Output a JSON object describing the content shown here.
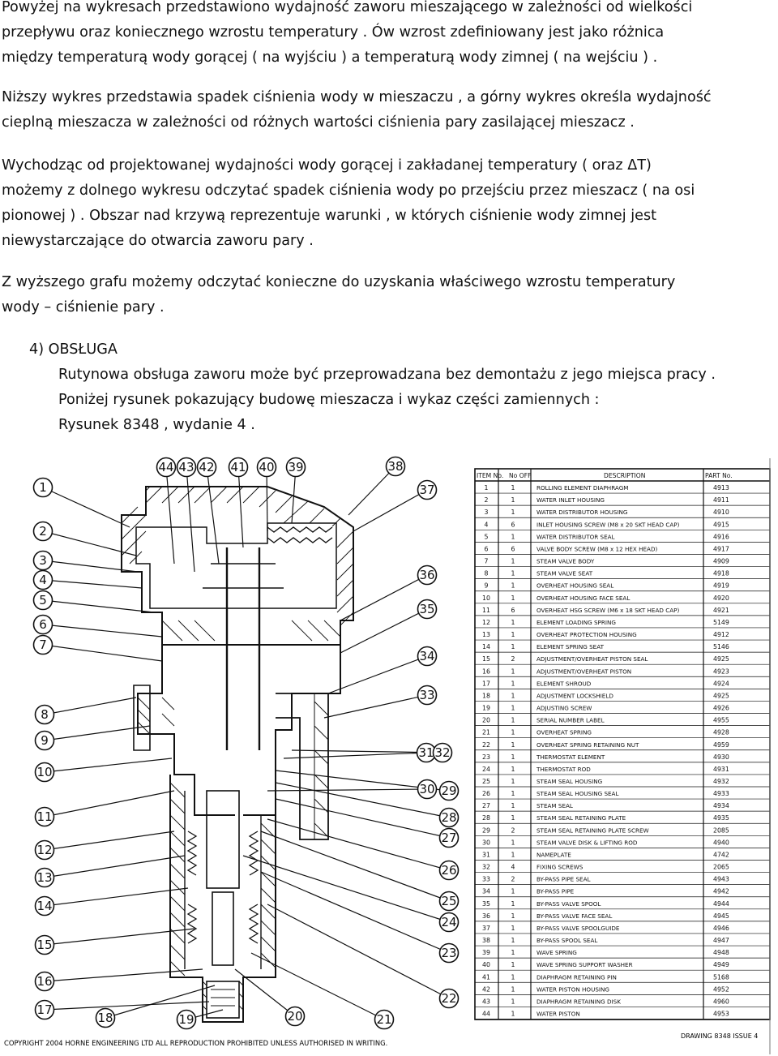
{
  "text": {
    "p1": [
      "Powyżej na wykresach  przedstawiono  wydajność  zaworu mieszającego w zależności  od  wielkości",
      "przepływu oraz  koniecznego  wzrostu temperatury . Ów wzrost  zdefiniowany  jest  jako różnica",
      "między temperaturą wody gorącej ( na wyjściu ) a temperaturą  wody zimnej ( na wejściu ) ."
    ],
    "p2": [
      "Niższy wykres przedstawia spadek ciśnienia wody w mieszaczu , a górny wykres określa wydajność",
      "cieplną  mieszacza w zależności od  różnych wartości  ciśnienia  pary  zasilającej mieszacz ."
    ],
    "p3": [
      "Wychodząc  od  projektowanej wydajności  wody gorącej   i  zakładanej  temperatury ( oraz ΔT)",
      "możemy z dolnego wykresu odczytać  spadek ciśnienia wody  po przejściu przez mieszacz ( na osi",
      "pionowej ) . Obszar  nad  krzywą reprezentuje warunki , w których  ciśnienie wody zimnej jest",
      "niewystarczające do otwarcia zaworu  pary ."
    ],
    "p4": [
      "Z wyższego grafu  możemy odczytać konieczne  do  uzyskania  właściwego  wzrostu temperatury",
      "wody – ciśnienie pary ."
    ],
    "section": {
      "heading": "4)  OBSŁUGA",
      "lines": [
        "Rutynowa obsługa zaworu może być  przeprowadzana bez demontażu  z  jego miejsca  pracy .",
        "Poniżej rysunek pokazujący budowę  mieszacza i wykaz części zamiennych :",
        "Rysunek 8348 , wydanie 4 ."
      ]
    }
  },
  "drawing": {
    "bubbles": [
      "1",
      "2",
      "3",
      "4",
      "5",
      "6",
      "7",
      "8",
      "9",
      "10",
      "11",
      "12",
      "13",
      "14",
      "15",
      "16",
      "17",
      "18",
      "19",
      "20",
      "21",
      "22",
      "23",
      "24",
      "25",
      "26",
      "27",
      "28",
      "29",
      "30",
      "31",
      "32",
      "33",
      "34",
      "35",
      "36",
      "37",
      "38",
      "39",
      "40",
      "41",
      "42",
      "43",
      "44"
    ],
    "copyright": "COPYRIGHT 2004  HORNE ENGINEERING LTD  ALL REPRODUCTION PROHIBITED UNLESS AUTHORISED IN WRITING.",
    "drawing_ref": "DRAWING 8348 ISSUE 4"
  },
  "parts_table": {
    "headers": [
      "ITEM No.",
      "No OFF",
      "DESCRIPTION",
      "PART No."
    ],
    "rows": [
      [
        "1",
        "1",
        "ROLLING ELEMENT DIAPHRAGM",
        "4913"
      ],
      [
        "2",
        "1",
        "WATER INLET HOUSING",
        "4911"
      ],
      [
        "3",
        "1",
        "WATER DISTRIBUTOR HOUSING",
        "4910"
      ],
      [
        "4",
        "6",
        "INLET HOUSING SCREW (M8 x 20 SKT HEAD CAP)",
        "4915"
      ],
      [
        "5",
        "1",
        "WATER DISTRIBUTOR SEAL",
        "4916"
      ],
      [
        "6",
        "6",
        "VALVE BODY SCREW (M8 x 12 HEX HEAD)",
        "4917"
      ],
      [
        "7",
        "1",
        "STEAM VALVE BODY",
        "4909"
      ],
      [
        "8",
        "1",
        "STEAM VALVE SEAT",
        "4918"
      ],
      [
        "9",
        "1",
        "OVERHEAT HOUSING SEAL",
        "4919"
      ],
      [
        "10",
        "1",
        "OVERHEAT HOUSING FACE SEAL",
        "4920"
      ],
      [
        "11",
        "6",
        "OVERHEAT HSG SCREW (M6 x 18 SKT HEAD CAP)",
        "4921"
      ],
      [
        "12",
        "1",
        "ELEMENT LOADING SPRING",
        "5149"
      ],
      [
        "13",
        "1",
        "OVERHEAT PROTECTION HOUSING",
        "4912"
      ],
      [
        "14",
        "1",
        "ELEMENT SPRING SEAT",
        "5146"
      ],
      [
        "15",
        "2",
        "ADJUSTMENT/OVERHEAT PISTON SEAL",
        "4925"
      ],
      [
        "16",
        "1",
        "ADJUSTMENT/OVERHEAT PISTON",
        "4923"
      ],
      [
        "17",
        "1",
        "ELEMENT SHROUD",
        "4924"
      ],
      [
        "18",
        "1",
        "ADJUSTMENT LOCKSHIELD",
        "4925"
      ],
      [
        "19",
        "1",
        "ADJUSTING SCREW",
        "4926"
      ],
      [
        "20",
        "1",
        "SERIAL NUMBER LABEL",
        "4955"
      ],
      [
        "21",
        "1",
        "OVERHEAT SPRING",
        "4928"
      ],
      [
        "22",
        "1",
        "OVERHEAT SPRING RETAINING NUT",
        "4959"
      ],
      [
        "23",
        "1",
        "THERMOSTAT ELEMENT",
        "4930"
      ],
      [
        "24",
        "1",
        "THERMOSTAT ROD",
        "4931"
      ],
      [
        "25",
        "1",
        "STEAM SEAL HOUSING",
        "4932"
      ],
      [
        "26",
        "1",
        "STEAM SEAL HOUSING SEAL",
        "4933"
      ],
      [
        "27",
        "1",
        "STEAM SEAL",
        "4934"
      ],
      [
        "28",
        "1",
        "STEAM SEAL RETAINING PLATE",
        "4935"
      ],
      [
        "29",
        "2",
        "STEAM SEAL RETAINING PLATE SCREW",
        "2085"
      ],
      [
        "30",
        "1",
        "STEAM VALVE DISK & LIFTING ROD",
        "4940"
      ],
      [
        "31",
        "1",
        "NAMEPLATE",
        "4742"
      ],
      [
        "32",
        "4",
        "FIXING SCREWS",
        "2065"
      ],
      [
        "33",
        "2",
        "BY-PASS PIPE SEAL",
        "4943"
      ],
      [
        "34",
        "1",
        "BY-PASS PIPE",
        "4942"
      ],
      [
        "35",
        "1",
        "BY-PASS VALVE SPOOL",
        "4944"
      ],
      [
        "36",
        "1",
        "BY-PASS VALVE FACE SEAL",
        "4945"
      ],
      [
        "37",
        "1",
        "BY-PASS VALVE SPOOLGUIDE",
        "4946"
      ],
      [
        "38",
        "1",
        "BY-PASS SPOOL SEAL",
        "4947"
      ],
      [
        "39",
        "1",
        "WAVE SPRING",
        "4948"
      ],
      [
        "40",
        "1",
        "WAVE SPRING SUPPORT WASHER",
        "4949"
      ],
      [
        "41",
        "1",
        "DIAPHRAGM RETAINING PIN",
        "5168"
      ],
      [
        "42",
        "1",
        "WATER PISTON HOUSING",
        "4952"
      ],
      [
        "43",
        "1",
        "DIAPHRAGM RETAINING DISK",
        "4960"
      ],
      [
        "44",
        "1",
        "WATER PISTON",
        "4953"
      ]
    ]
  }
}
